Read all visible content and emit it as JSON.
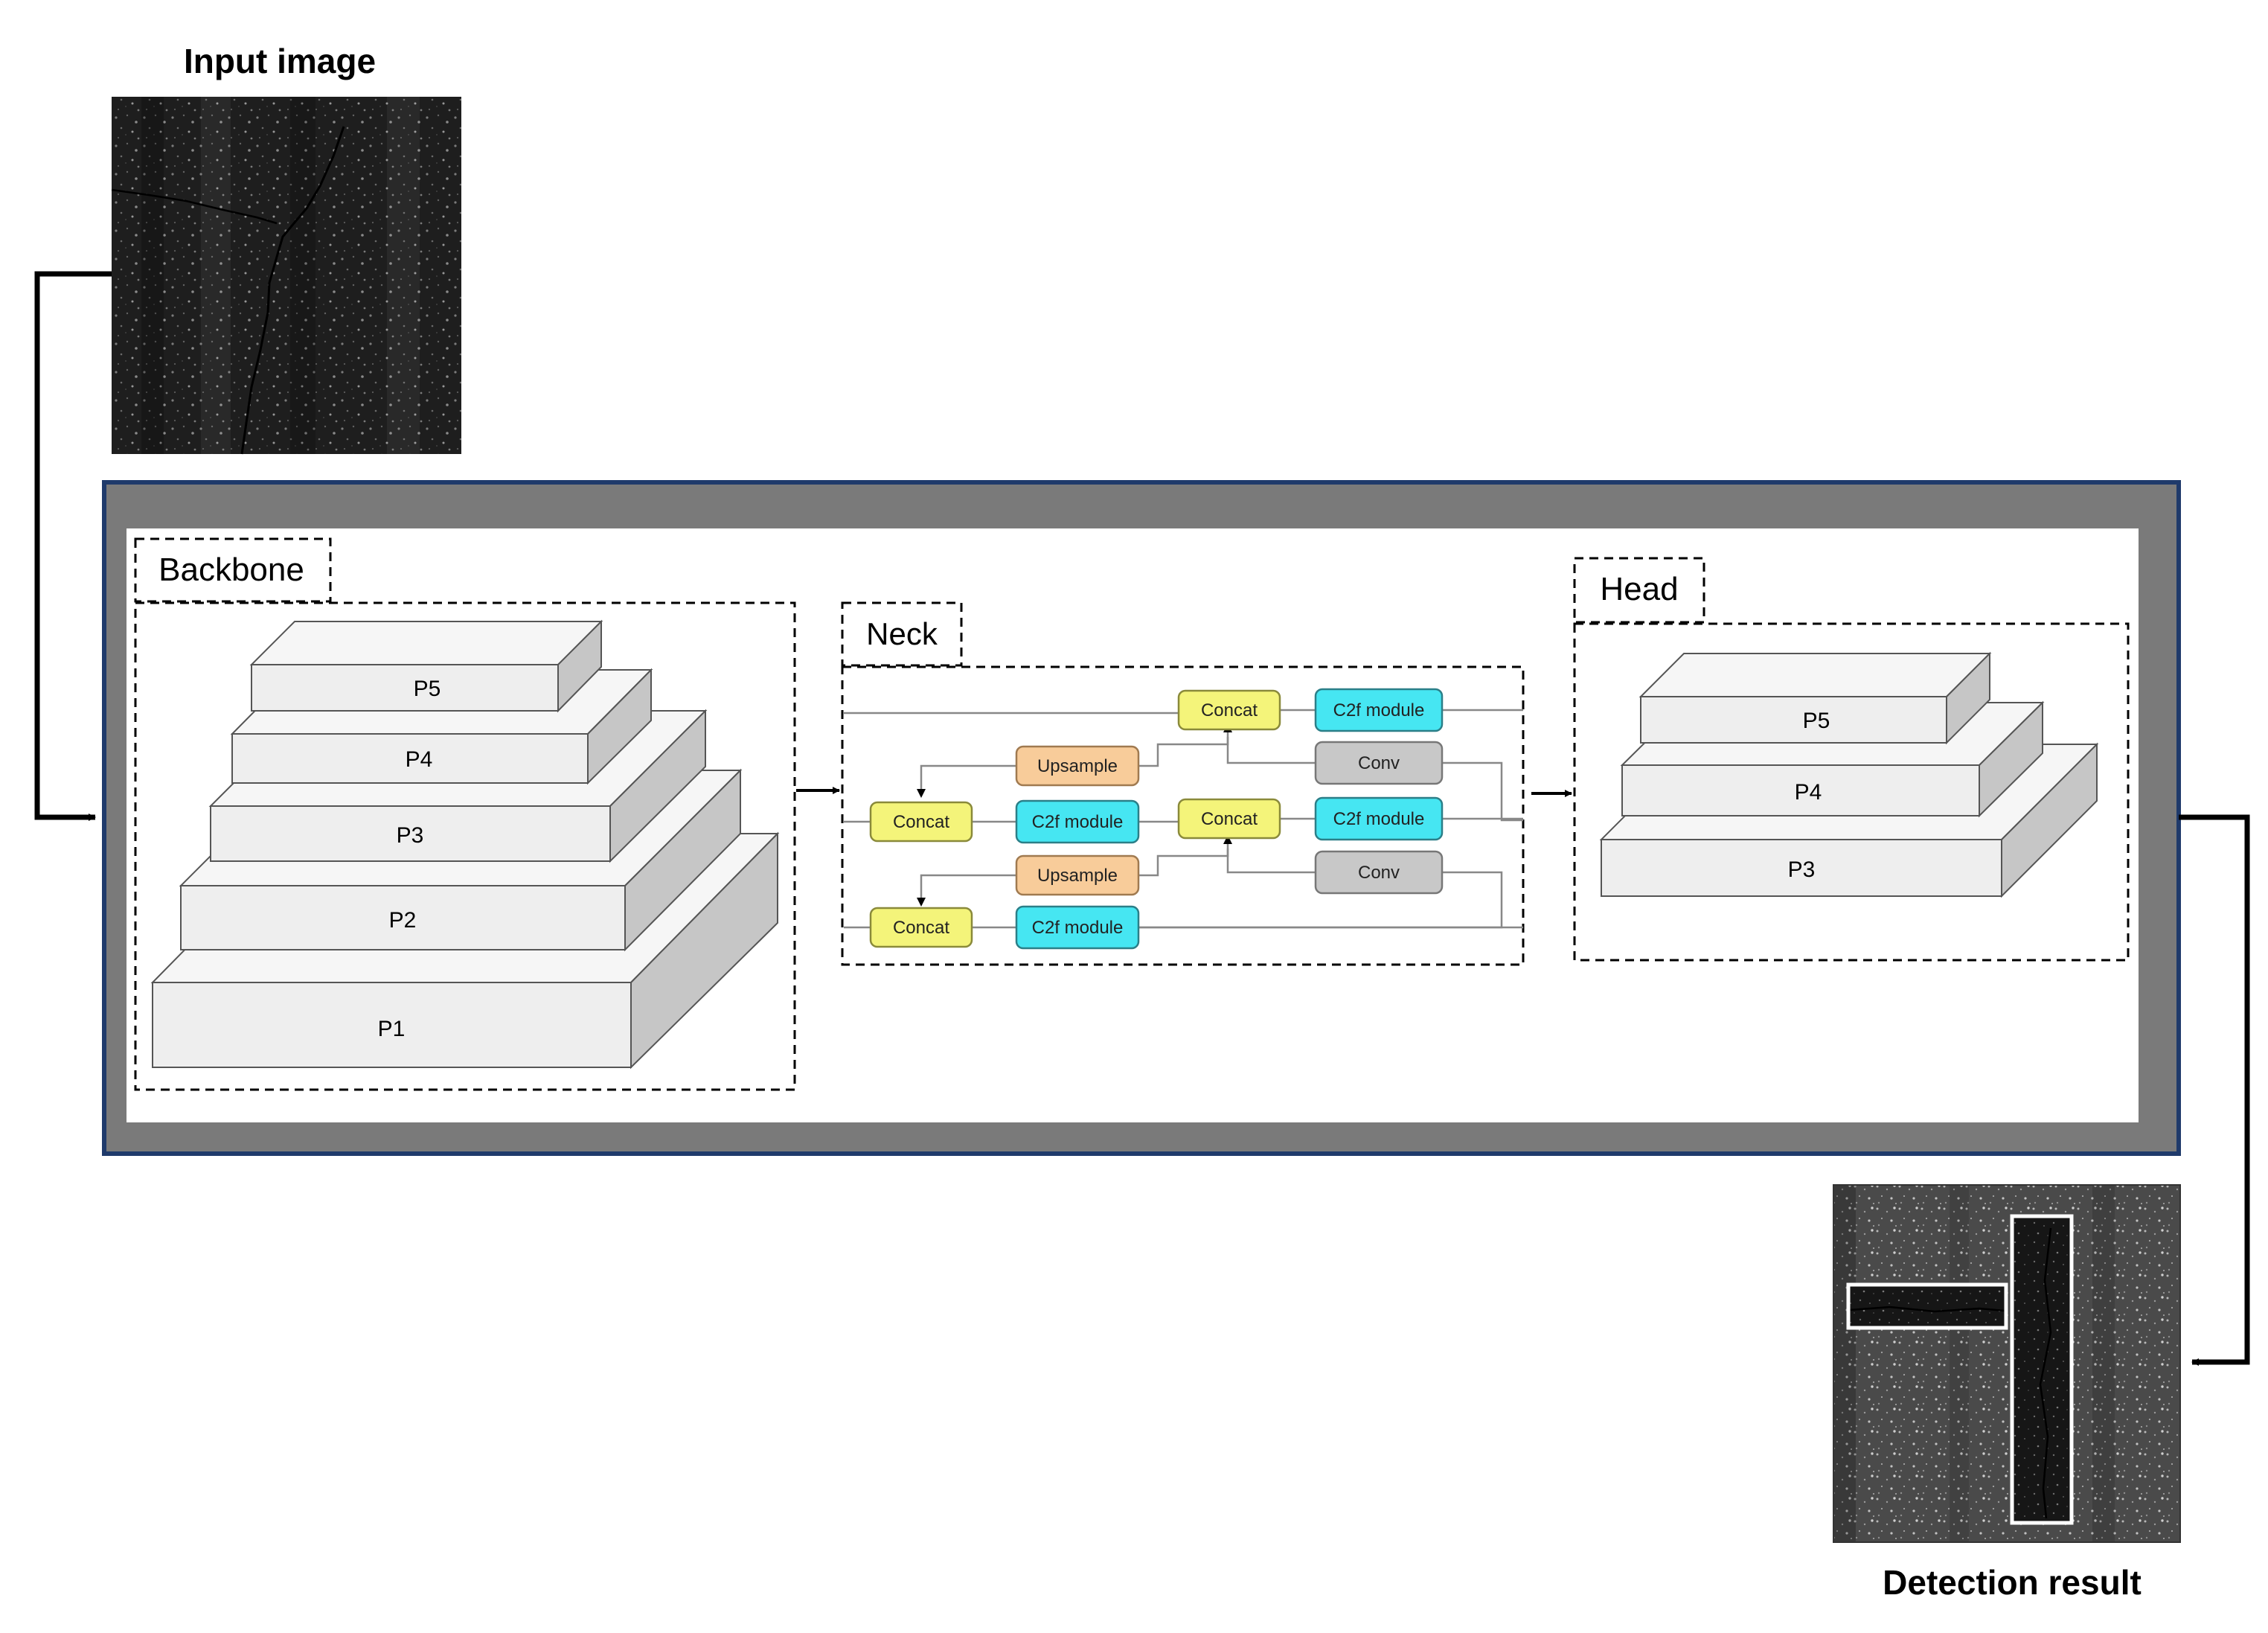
{
  "input": {
    "title": "Input image"
  },
  "output": {
    "title": "Detection result"
  },
  "backbone": {
    "label": "Backbone",
    "levels": [
      "P5",
      "P4",
      "P3",
      "P2",
      "P1"
    ]
  },
  "neck": {
    "label": "Neck",
    "blocks": {
      "concat_top": "Concat",
      "c2f_top": "C2f module",
      "upsample_1": "Upsample",
      "conv_1": "Conv",
      "concat_mid_left": "Concat",
      "c2f_mid_left": "C2f module",
      "concat_mid_right": "Concat",
      "c2f_mid_right": "C2f module",
      "upsample_2": "Upsample",
      "conv_2": "Conv",
      "concat_bottom": "Concat",
      "c2f_bottom": "C2f module"
    },
    "colors": {
      "concat": "#f4f47a",
      "c2f": "#46e6f2",
      "upsample": "#f8cc9a",
      "conv": "#c8c8c8"
    }
  },
  "head": {
    "label": "Head",
    "levels": [
      "P5",
      "P4",
      "P3"
    ]
  },
  "colors": {
    "frame_border": "#1f3a6b",
    "frame_fill": "#7a7a7a",
    "slab_front": "#eeeeee",
    "slab_top": "#f6f6f6",
    "slab_side": "#c6c6c6"
  }
}
